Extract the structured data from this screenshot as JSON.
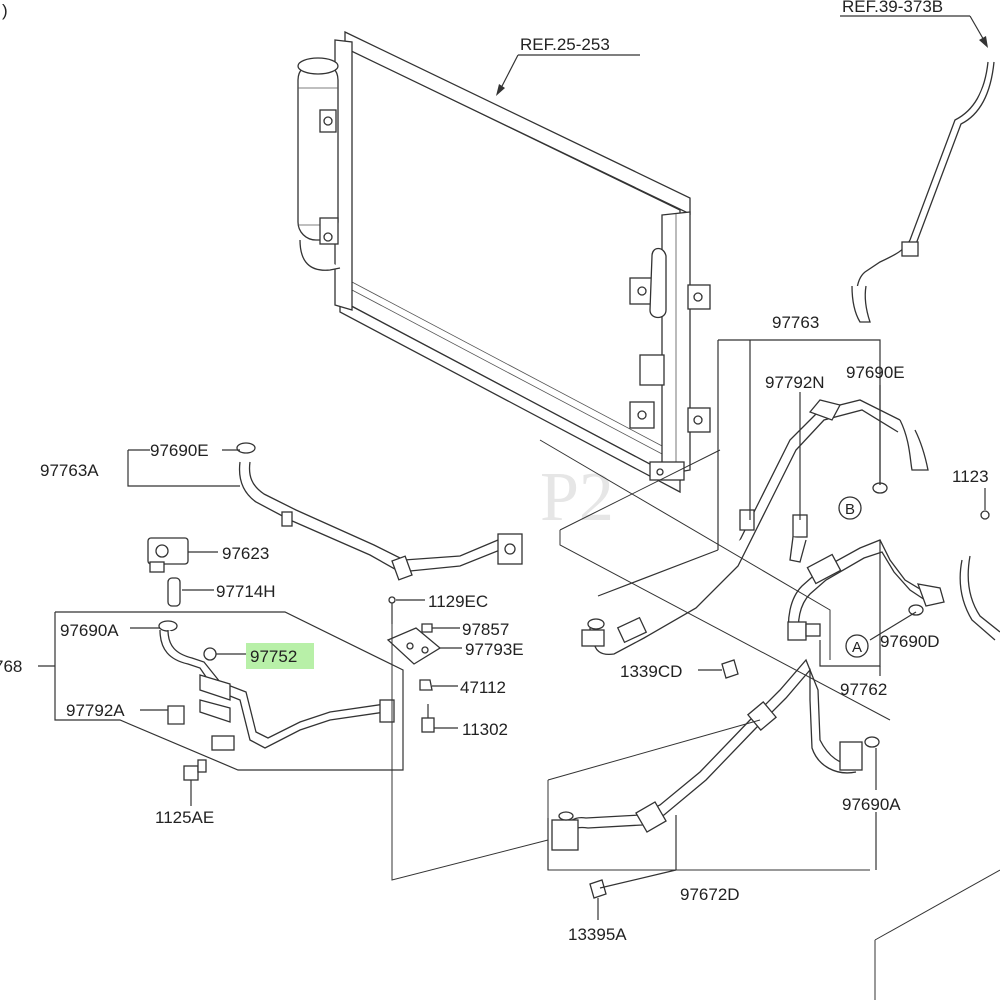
{
  "diagram": {
    "corner_mark": ")",
    "references": [
      "REF.25-253",
      "REF.39-373B"
    ],
    "highlight_color": "#b8f0a8",
    "part_labels": {
      "p97763": "97763",
      "p97792N": "97792N",
      "p97690E_right": "97690E",
      "p1123": "1123",
      "p97763A": "97763A",
      "p97690E_left": "97690E",
      "p97623": "97623",
      "p97714H": "97714H",
      "p1129EC": "1129EC",
      "p97690A_left": "97690A",
      "p97857": "97857",
      "p97793E": "97793E",
      "p768": "768",
      "p97752": "97752",
      "p47112": "47112",
      "p97792A": "97792A",
      "p11302": "11302",
      "p1125AE": "1125AE",
      "p1339CD": "1339CD",
      "p97690D": "97690D",
      "p97762": "97762",
      "p97690A_right": "97690A",
      "p97672D": "97672D",
      "p13395A": "13395A"
    },
    "callouts": {
      "A": "A",
      "B": "B"
    },
    "watermark": "P2"
  }
}
